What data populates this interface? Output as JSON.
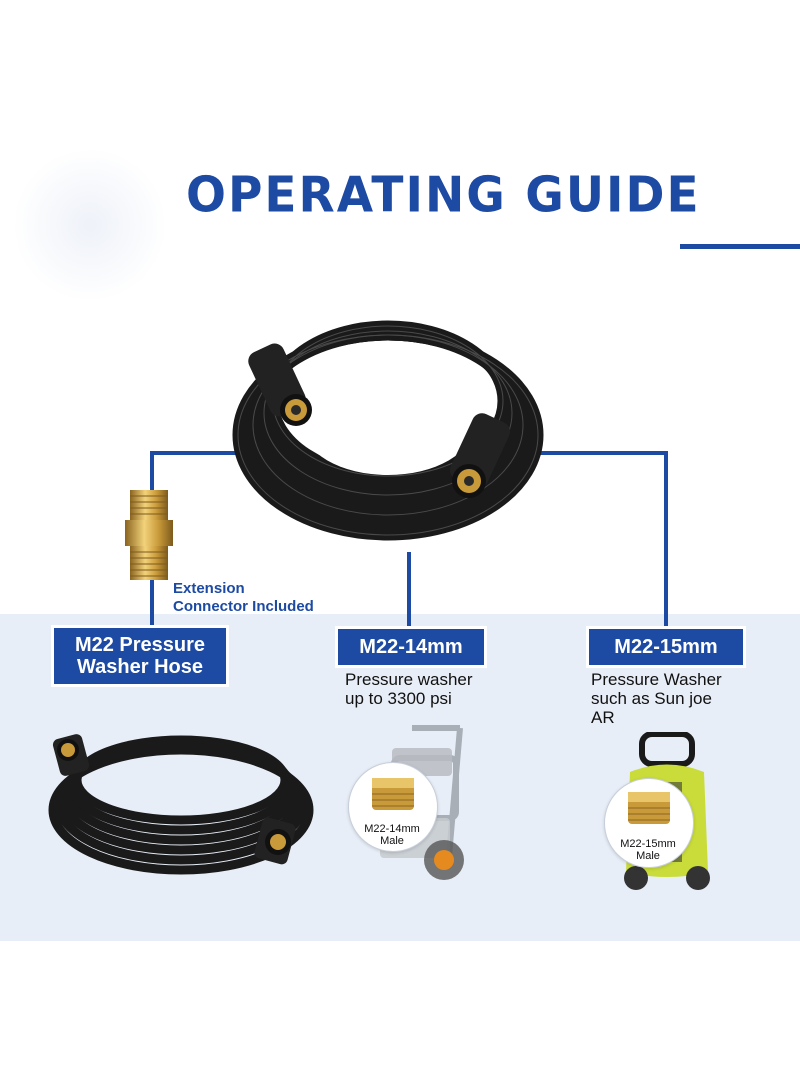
{
  "header": {
    "title": "OPERATING GUIDE"
  },
  "connector": {
    "label_line1": "Extension",
    "label_line2": "Connector Included"
  },
  "products": [
    {
      "label_line1": "M22 Pressure",
      "label_line2": "Washer Hose"
    },
    {
      "label": "M22-14mm",
      "description_line1": "Pressure washer",
      "description_line2": "up to 3300 psi",
      "fitting_line1": "M22-14mm",
      "fitting_line2": "Male"
    },
    {
      "label": "M22-15mm",
      "description_line1": "Pressure Washer",
      "description_line2": "such as Sun joe",
      "description_line3": "AR",
      "fitting_line1": "M22-15mm",
      "fitting_line2": "Male"
    }
  ],
  "colors": {
    "brand_blue": "#1d4aa3",
    "band_bg": "#e8eef7",
    "brass": "#c99a3a",
    "washer_green": "#c9dc3a"
  }
}
